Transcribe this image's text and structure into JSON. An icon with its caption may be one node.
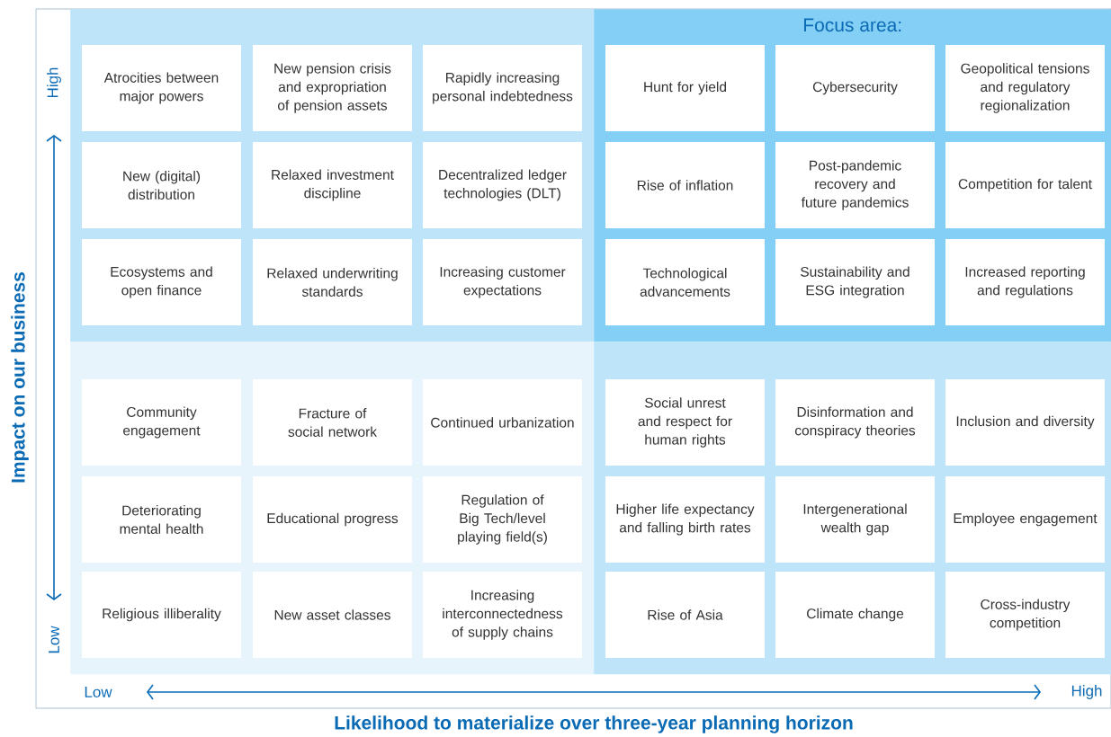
{
  "diagram": {
    "nodes": [
      {
        "text": [],
        "shape": "box"
      },
      {
        "text": [
          "Atrocities between major powers"
        ],
        "in": 0
      },
      {
        "text": [
          "New pension crisis and expropriation of pension assets"
        ],
        "in": 0
      },
      {
        "text": [
          "Rapidly increasing personal indebtedness"
        ],
        "in": 0
      },
      {
        "text": [
          "New (digital) distribution"
        ],
        "in": 0
      },
      {
        "text": [
          "Relaxed investment discipline"
        ],
        "in": 0
      },
      {
        "text": [
          "Decentralized ledger technologies (DLT)"
        ],
        "in": 0
      },
      {
        "text": [
          "Ecosystems and open finance"
        ],
        "in": 0
      },
      {
        "text": [
          "Relaxed underwriting standards"
        ],
        "in": 0
      },
      {
        "text": [
          "Increasing customer expectations"
        ],
        "in": 0
      },
      {
        "text": [
          "Focus area:"
        ]
      },
      {
        "text": [
          "Hunt for yield"
        ],
        "in": 10
      },
      {
        "text": [
          "Cybersecurity"
        ],
        "in": 10
      },
      {
        "text": [
          "Geopolitical tensions and regulatory regionalization"
        ],
        "in": 10
      },
      {
        "text": [
          "Rise of inflation"
        ],
        "in": 10
      },
      {
        "text": [
          "Post-pandemic recovery and future pandemics"
        ],
        "in": 10
      },
      {
        "text": [
          "Competition for talent"
        ],
        "in": 10
      },
      {
        "text": [
          "Technological advancements"
        ],
        "in": 10
      },
      {
        "text": [
          "Sustainability and ESG integration"
        ],
        "in": 10
      },
      {
        "text": [
          "Increased reporting and regulations"
        ],
        "in": 10
      },
      {
        "text": [],
        "shape": "box"
      },
      {
        "text": [
          "Community engagement"
        ],
        "in": 20
      },
      {
        "text": [
          "Fracture of social network"
        ],
        "in": 20
      },
      {
        "text": [
          "Continued urbanization"
        ],
        "in": 20
      },
      {
        "text": [
          "Deteriorating mental health"
        ],
        "in": 20
      },
      {
        "text": [
          "Educational progress"
        ],
        "in": 20
      },
      {
        "text": [
          "Regulation of Big Tech/level playing field(s)"
        ],
        "in": 20
      },
      {
        "text": [
          "Religious illiberality"
        ],
        "in": 20
      },
      {
        "text": [
          "New asset classes"
        ],
        "in": 20
      },
      {
        "text": [
          "Increasing interconnectedness of supply chains"
        ],
        "in": 20
      },
      {
        "text": [],
        "shape": "box"
      },
      {
        "text": [
          "Social unrest and respect for human rights"
        ],
        "in": 30
      },
      {
        "text": [
          "Disinformation and conspiracy theories"
        ],
        "in": 30
      },
      {
        "text": [
          "Inclusion and diversity"
        ],
        "in": 30
      },
      {
        "text": [
          "Higher life expectancy and falling birth rates"
        ],
        "in": 30
      },
      {
        "text": [
          "Intergenerational wealth gap"
        ],
        "in": 30
      },
      {
        "text": [
          "Employee engagement"
        ],
        "in": 30
      },
      {
        "text": [
          "Rise of Asia"
        ],
        "in": 30
      },
      {
        "text": [
          "Climate change"
        ],
        "in": 30
      },
      {
        "text": [
          "Cross-industry competition"
        ],
        "in": 30
      }
    ],
    "labels": [
      "Impact on our business",
      "High",
      "Low",
      "Low",
      "High",
      "Likelihood to materialize over three-year planning horizon"
    ]
  }
}
